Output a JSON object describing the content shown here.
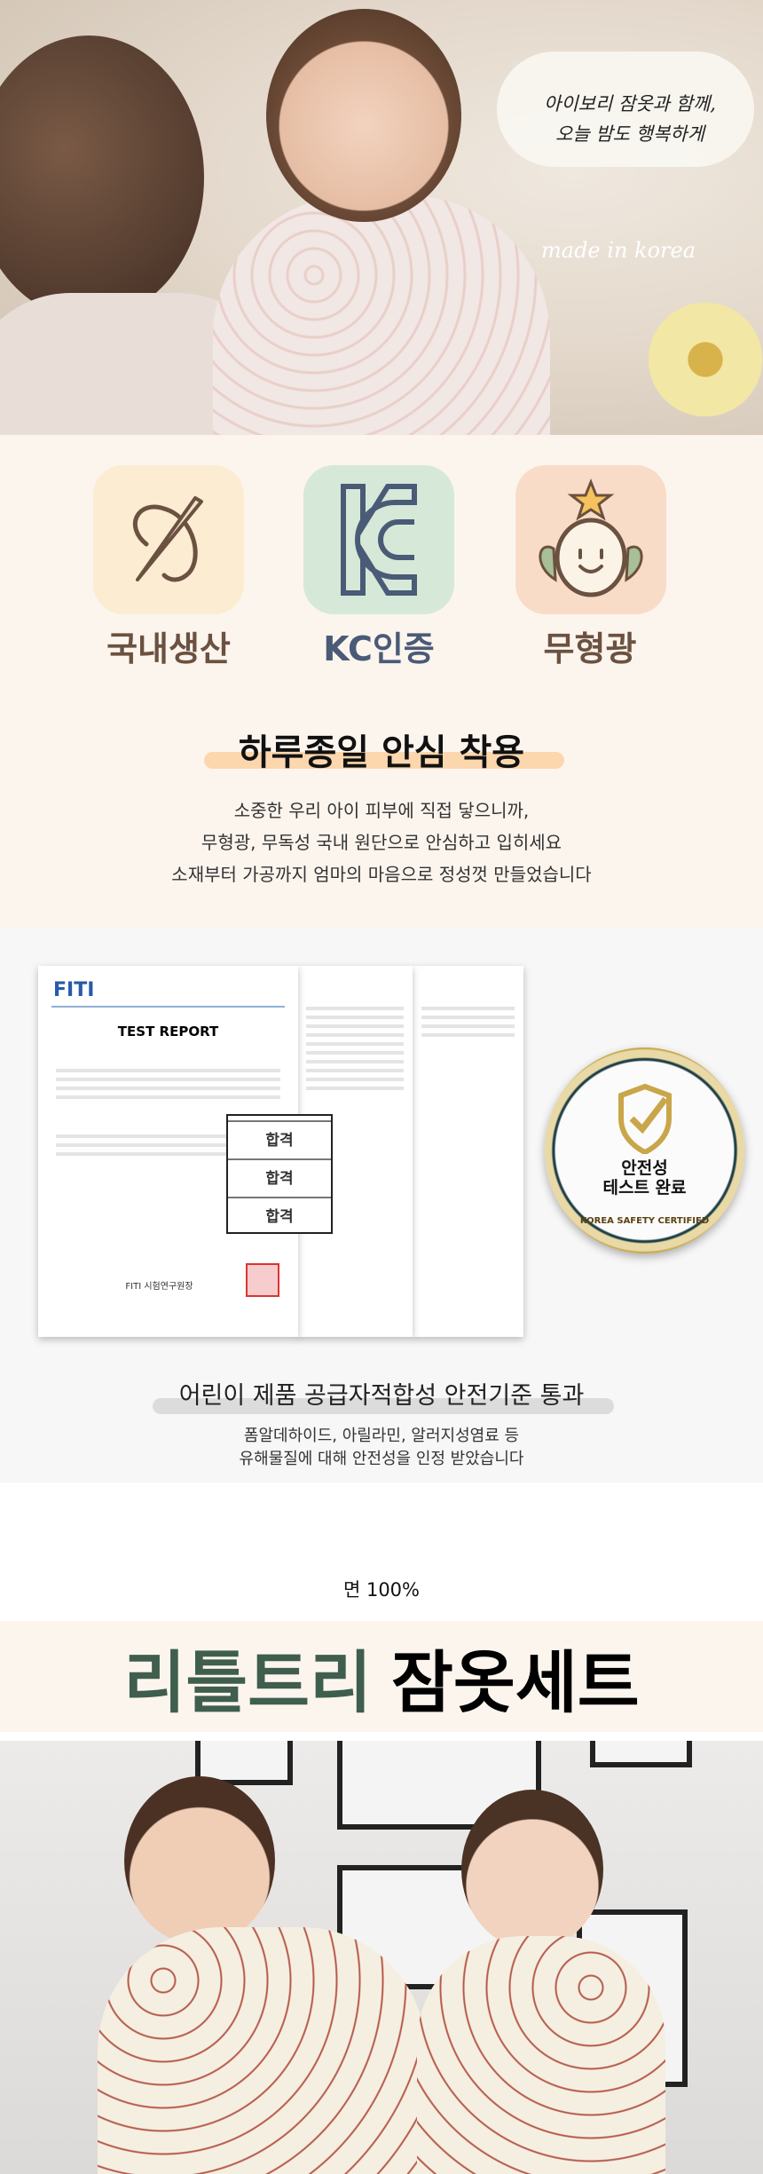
{
  "hero": {
    "bubble_lines": [
      "아이보리 잠옷과 함께,",
      "오늘 밤도 행복하게"
    ],
    "made_in": "made in korea"
  },
  "features": {
    "items": [
      {
        "label": "국내생산",
        "icon": "needle-thread-icon",
        "bg": "#fbecd2",
        "color": "#6b5140"
      },
      {
        "label": "KC인증",
        "icon": "kc-mark-icon",
        "bg": "#d6e9d8",
        "color": "#4a5b77"
      },
      {
        "label": "무형광",
        "icon": "smiley-sprout-icon",
        "bg": "#f9dcc8",
        "color": "#6b5140"
      }
    ],
    "heading": "하루종일 안심 착용",
    "body": [
      "소중한 우리 아이 피부에 직접 닿으니까,",
      "무형광, 무독성 국내 원단으로 안심하고 입히세요",
      "소재부터 가공까지 엄마의 마음으로 정성껏 만들었습니다"
    ]
  },
  "certificate": {
    "logo": "FITI",
    "report_title": "TEST REPORT",
    "results": [
      "합격",
      "합격",
      "합격"
    ],
    "institute": "FITI 시험연구원장",
    "badge_lines": [
      "안전성",
      "테스트 완료"
    ],
    "badge_ring": "KOREA SAFETY CERTIFIED",
    "heading": "어린이 제품 공급자적합성 안전기준 통과",
    "sub": [
      "폼알데하이드, 아릴라민, 알러지성염료 등",
      "유해물질에 대해 안전성을 인정 받았습니다"
    ]
  },
  "product": {
    "material": "면 100%",
    "name_green": "리틀트리",
    "name_black": "잠옷세트"
  }
}
